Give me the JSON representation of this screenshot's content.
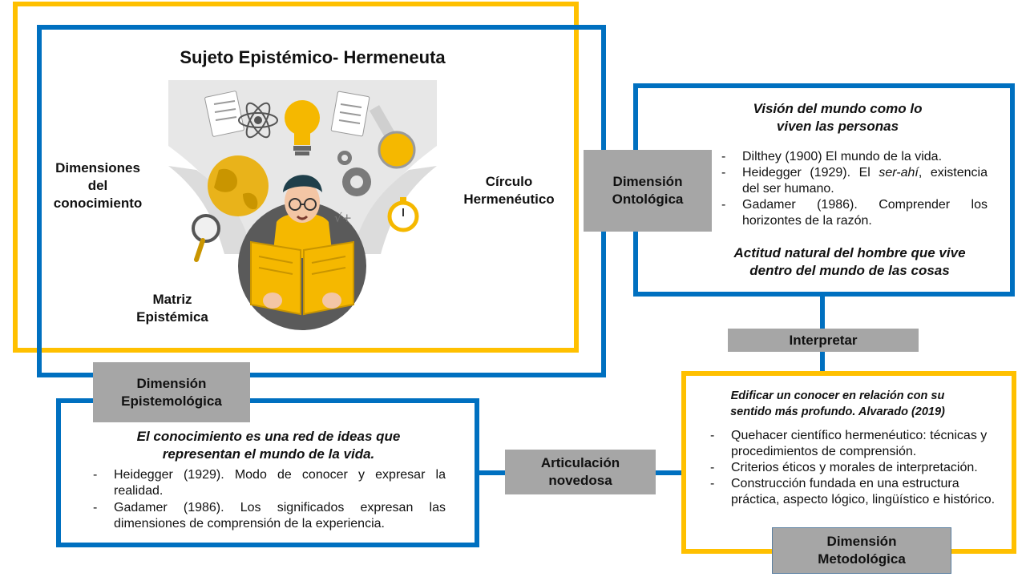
{
  "header": {
    "title": "Sujeto Epistémico- Hermeneuta"
  },
  "illustration": {
    "labels": {
      "dimensiones": [
        "Dimensiones",
        "del",
        "conocimiento"
      ],
      "circulo": [
        "Círculo",
        "Hermenéutico"
      ],
      "matriz": [
        "Matriz",
        "Epistémica"
      ]
    },
    "icons": [
      "document-icon",
      "atom-icon",
      "lightbulb-icon",
      "flask-icon",
      "globe-icon",
      "gears-icon",
      "stopwatch-icon",
      "magnifier-icon",
      "math-icon",
      "open-book-icon",
      "reader-person-icon"
    ]
  },
  "ontologica": {
    "label": [
      "Dimensión",
      "Ontológica"
    ],
    "heading": [
      "Visión del mundo como lo",
      "viven las personas"
    ],
    "items": [
      {
        "text": "Dilthey (1900) El mundo de la vida."
      },
      {
        "pre": "Heidegger (1929). El ",
        "em": "ser-ahí",
        "post": ", existencia del ser humano."
      },
      {
        "text": "Gadamer (1986). Comprender los horizontes de la razón."
      }
    ],
    "footer": [
      "Actitud natural del hombre que vive",
      "dentro del mundo de las cosas"
    ]
  },
  "interpretar": {
    "label": "Interpretar"
  },
  "epistemologica": {
    "label": [
      "Dimensión",
      "Epistemológica"
    ],
    "heading": [
      "El conocimiento es una red de ideas que",
      "representan el mundo de la vida."
    ],
    "items": [
      "Heidegger (1929). Modo de conocer  y expresar la realidad.",
      "Gadamer (1986). Los significados expresan las dimensiones de comprensión de la experiencia."
    ]
  },
  "articulacion": {
    "label": [
      "Articulación",
      "novedosa"
    ]
  },
  "metodologica": {
    "label": [
      "Dimensión",
      "Metodológica"
    ],
    "heading": [
      "Edificar un conocer en relación con su",
      "sentido más profundo. Alvarado  (2019)"
    ],
    "items": [
      "Quehacer científico hermenéutico: técnicas y procedimientos de comprensión.",
      "Criterios éticos y morales de interpretación.",
      "Construcción fundada en una estructura práctica, aspecto lógico, lingüístico e histórico."
    ]
  },
  "colors": {
    "yellow": "#ffc000",
    "blue": "#0070c0",
    "gray": "#a6a6a6"
  }
}
